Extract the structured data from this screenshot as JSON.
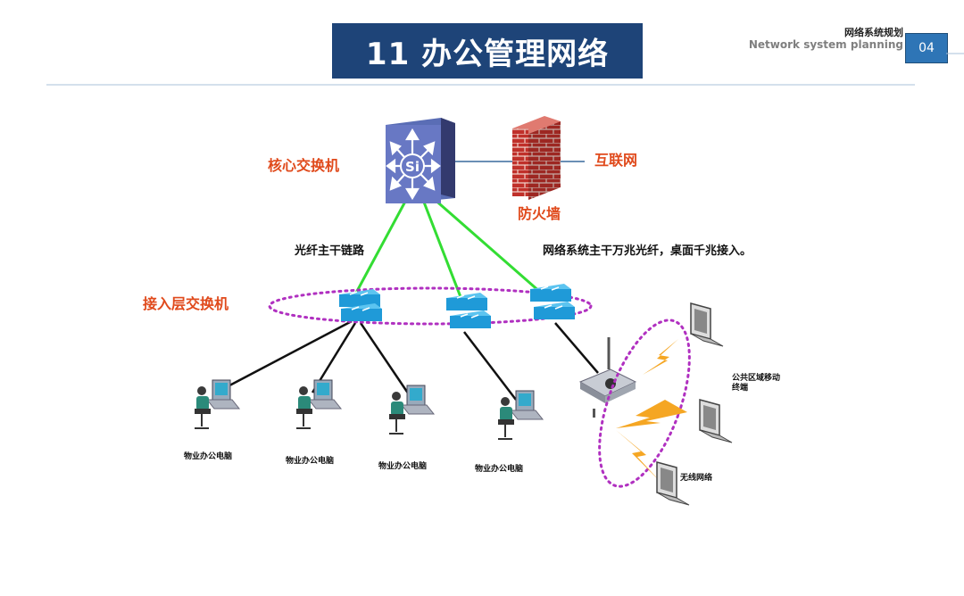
{
  "header": {
    "title": "11 办公管理网络",
    "section_cn": "网络系统规划",
    "section_en": "Network system planning",
    "page_number": "04"
  },
  "diagram": {
    "core_switch_label": "核心交换机",
    "core_switch_icon_text": "Si",
    "internet_label": "互联网",
    "firewall_label": "防火墙",
    "fiber_label": "光纤主干链路",
    "description": "网络系统主干万兆光纤，桌面千兆接入。",
    "access_switch_label": "接入层交换机",
    "office_pc_labels": [
      "物业办公电脑",
      "物业办公电脑",
      "物业办公电脑",
      "物业办公电脑"
    ],
    "mobile_terminal_label_line1": "公共区域移动",
    "mobile_terminal_label_line2": "终端",
    "wireless_label": "无线网络"
  },
  "colors": {
    "title_bg": "#1e4478",
    "page_box": "#2e75b6",
    "label_red": "#e04a1c",
    "fiber_link": "#33dd33",
    "access_ring": "#b030c0",
    "switch_blue": "#1f9ad8",
    "firewall_brick": "#c0302a",
    "lightning": "#f5a623"
  }
}
